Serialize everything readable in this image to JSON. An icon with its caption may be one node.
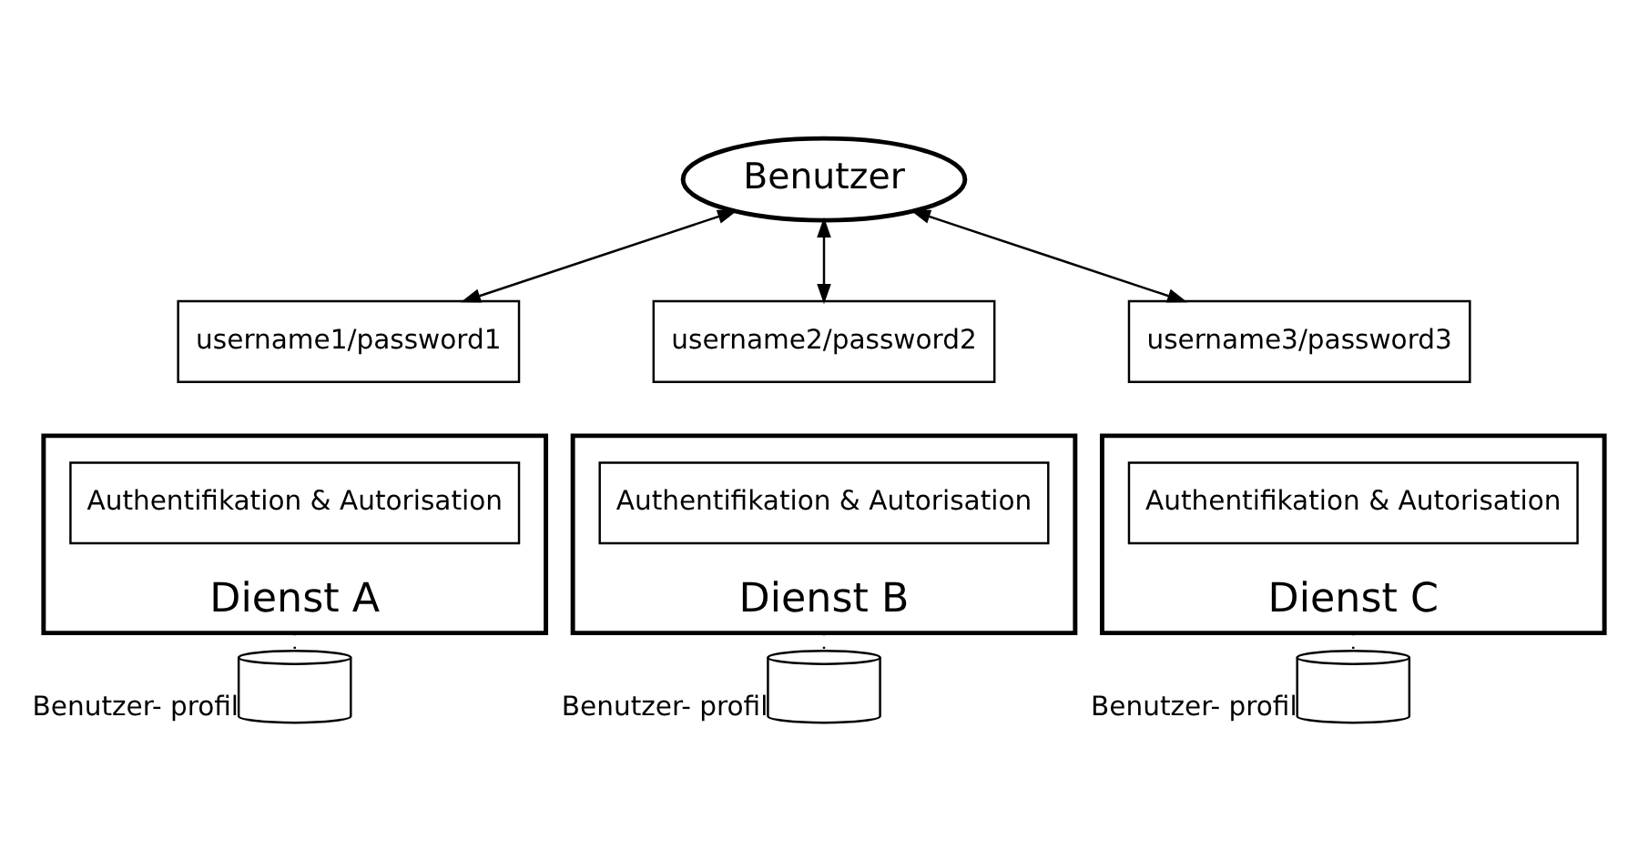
{
  "diagram": {
    "nodes": [
      {
        "text": [
          "Benutzer"
        ]
      },
      {
        "text": [
          "username1/password1"
        ]
      },
      {
        "text": [
          "username2/password2"
        ]
      },
      {
        "text": [
          "username3/password3"
        ]
      },
      {
        "text": [
          "Dienst A"
        ]
      },
      {
        "text": [
          "Authentifikation & Autorisation"
        ],
        "in": 4
      },
      {
        "text": [
          "Dienst B"
        ]
      },
      {
        "text": [
          "Authentifikation & Autorisation"
        ],
        "in": 6
      },
      {
        "text": [
          "Dienst C"
        ]
      },
      {
        "text": [
          "Authentifikation & Autorisation"
        ],
        "in": 8
      },
      {
        "text": [],
        "shape": "cylinder",
        "beside": [
          "Benutzer- profil"
        ]
      },
      {
        "text": [],
        "shape": "cylinder",
        "beside": [
          "Benutzer- profil"
        ]
      },
      {
        "text": [],
        "shape": "cylinder",
        "beside": [
          "Benutzer- profil"
        ]
      }
    ],
    "edges": [
      {
        "from": 0,
        "to": 1,
        "arrow": "both"
      },
      {
        "from": 0,
        "to": 2,
        "arrow": "both"
      },
      {
        "from": 0,
        "to": 3,
        "arrow": "both"
      },
      {
        "from": 4,
        "to": 10,
        "arrow": "none",
        "style": "dashed"
      },
      {
        "from": 6,
        "to": 11,
        "arrow": "none",
        "style": "dashed"
      },
      {
        "from": 8,
        "to": 12,
        "arrow": "none",
        "style": "dashed"
      }
    ]
  }
}
